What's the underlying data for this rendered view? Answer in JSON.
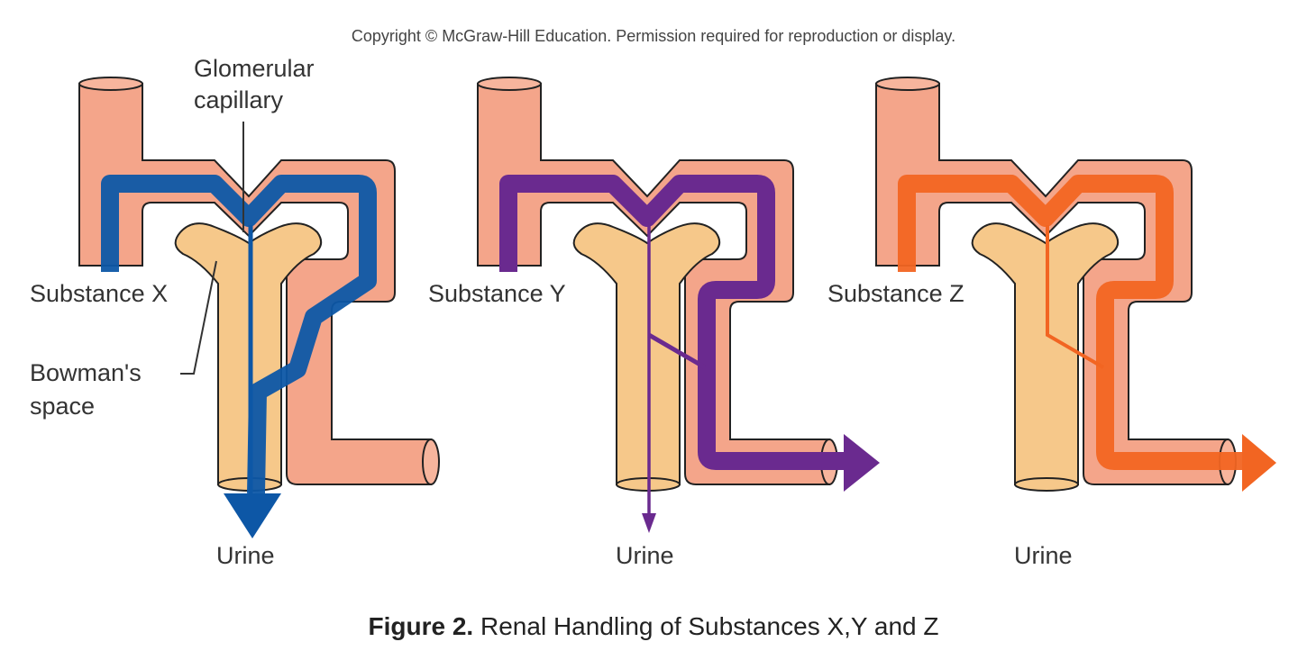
{
  "copyright": "Copyright © McGraw-Hill Education. Permission required for reproduction or display.",
  "caption": {
    "bold": "Figure 2.",
    "text": "Renal Handling of Substances X,Y and Z"
  },
  "labels": {
    "glomerular_capillary_line1": "Glomerular",
    "glomerular_capillary_line2": "capillary",
    "bowmans_space_line1": "Bowman's",
    "bowmans_space_line2": "space",
    "urine": "Urine"
  },
  "panels": [
    {
      "substance": "Substance X",
      "urine": "Urine",
      "color": "#0d57a6"
    },
    {
      "substance": "Substance Y",
      "urine": "Urine",
      "color": "#6a2a8f"
    },
    {
      "substance": "Substance Z",
      "urine": "Urine",
      "color": "#f26522"
    }
  ],
  "colors": {
    "vessel": "#f4a58a",
    "tubule": "#f6c88a",
    "outline": "#222222"
  }
}
